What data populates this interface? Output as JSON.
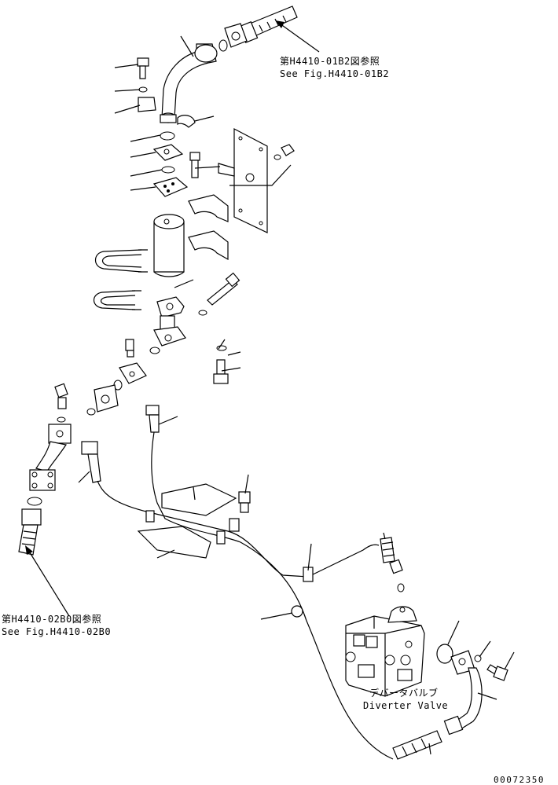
{
  "refs": {
    "top_ref_jp": "第H4410-01B2図参照",
    "top_ref_en": "See Fig.H4410-01B2",
    "left_ref_jp": "第H4410-02B0図参照",
    "left_ref_en": "See Fig.H4410-02B0"
  },
  "valve": {
    "label_jp": "デバータバルブ",
    "label_en": "Diverter Valve"
  },
  "drawing_number": "00072350",
  "colors": {
    "line": "#000000",
    "background": "#ffffff"
  }
}
